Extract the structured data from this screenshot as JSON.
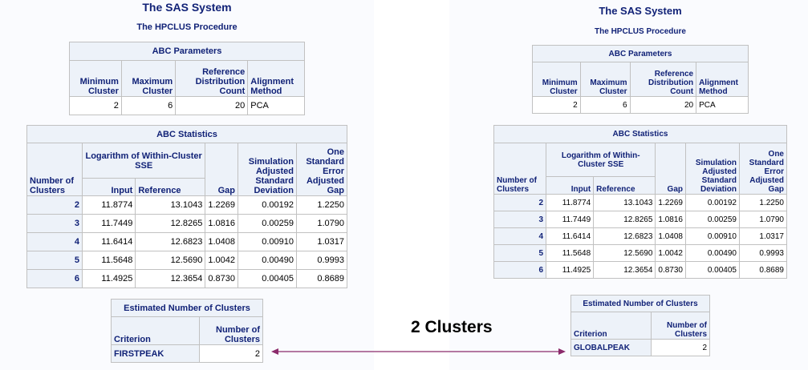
{
  "left": {
    "title": "The SAS System",
    "subtitle": "The HPCLUS Procedure",
    "abc_parameters": {
      "caption": "ABC Parameters",
      "headers": [
        "Minimum Cluster",
        "Maximum Cluster",
        "Reference Distribution Count",
        "Alignment Method"
      ],
      "row": [
        "2",
        "6",
        "20",
        "PCA"
      ]
    },
    "abc_statistics": {
      "caption": "ABC Statistics",
      "col_number": "Number of Clusters",
      "col_group": "Logarithm of Within-Cluster SSE",
      "col_input": "Input",
      "col_reference": "Reference",
      "col_gap": "Gap",
      "col_sim": "Simulation Adjusted Standard Deviation",
      "col_se": "One Standard Error Adjusted Gap",
      "rows": [
        [
          "2",
          "11.8774",
          "13.1043",
          "1.2269",
          "0.00192",
          "1.2250"
        ],
        [
          "3",
          "11.7449",
          "12.8265",
          "1.0816",
          "0.00259",
          "1.0790"
        ],
        [
          "4",
          "11.6414",
          "12.6823",
          "1.0408",
          "0.00910",
          "1.0317"
        ],
        [
          "5",
          "11.5648",
          "12.5690",
          "1.0042",
          "0.00490",
          "0.9993"
        ],
        [
          "6",
          "11.4925",
          "12.3654",
          "0.8730",
          "0.00405",
          "0.8689"
        ]
      ]
    },
    "estimated": {
      "caption": "Estimated Number of Clusters",
      "col_criterion": "Criterion",
      "col_number": "Number of Clusters",
      "criterion": "FIRSTPEAK",
      "value": "2"
    }
  },
  "right": {
    "title": "The SAS System",
    "subtitle": "The HPCLUS Procedure",
    "abc_parameters": {
      "caption": "ABC Parameters",
      "headers": [
        "Minimum Cluster",
        "Maximum Cluster",
        "Reference Distribution Count",
        "Alignment Method"
      ],
      "row": [
        "2",
        "6",
        "20",
        "PCA"
      ]
    },
    "abc_statistics": {
      "caption": "ABC Statistics",
      "col_number": "Number of Clusters",
      "col_group": "Logarithm of Within-Cluster SSE",
      "col_input": "Input",
      "col_reference": "Reference",
      "col_gap": "Gap",
      "col_sim": "Simulation Adjusted Standard Deviation",
      "col_se": "One Standard Error Adjusted Gap",
      "rows": [
        [
          "2",
          "11.8774",
          "13.1043",
          "1.2269",
          "0.00192",
          "1.2250"
        ],
        [
          "3",
          "11.7449",
          "12.8265",
          "1.0816",
          "0.00259",
          "1.0790"
        ],
        [
          "4",
          "11.6414",
          "12.6823",
          "1.0408",
          "0.00910",
          "1.0317"
        ],
        [
          "5",
          "11.5648",
          "12.5690",
          "1.0042",
          "0.00490",
          "0.9993"
        ],
        [
          "6",
          "11.4925",
          "12.3654",
          "0.8730",
          "0.00405",
          "0.8689"
        ]
      ]
    },
    "estimated": {
      "caption": "Estimated Number of Clusters",
      "col_criterion": "Criterion",
      "col_number": "Number of Clusters",
      "criterion": "GLOBALPEAK",
      "value": "2"
    }
  },
  "annotation": {
    "label": "2  Clusters",
    "arrow_color": "#8b2a6b"
  }
}
